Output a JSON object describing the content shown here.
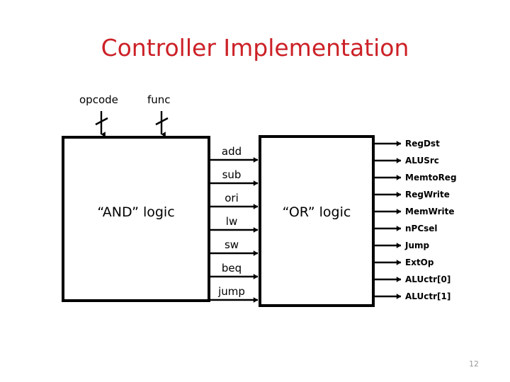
{
  "slide": {
    "title": "Controller Implementation",
    "title_color": "#CC2127",
    "page_number": "12",
    "background_color": "#FFFFFF",
    "line_color": "#000000"
  },
  "inputs": [
    {
      "label": "opcode",
      "name": "opcode"
    },
    {
      "label": "func",
      "name": "func"
    }
  ],
  "blocks": [
    {
      "label": "“AND” logic",
      "name": "and-logic-block"
    },
    {
      "label": "“OR” logic",
      "name": "or-logic-block"
    }
  ],
  "instructions": [
    "add",
    "sub",
    "ori",
    "lw",
    "sw",
    "beq",
    "jump"
  ],
  "signals": [
    "RegDst",
    "ALUSrc",
    "MemtoReg",
    "RegWrite",
    "MemWrite",
    "nPCsel",
    "Jump",
    "ExtOp",
    "ALUctr[0]",
    "ALUctr[1]"
  ]
}
